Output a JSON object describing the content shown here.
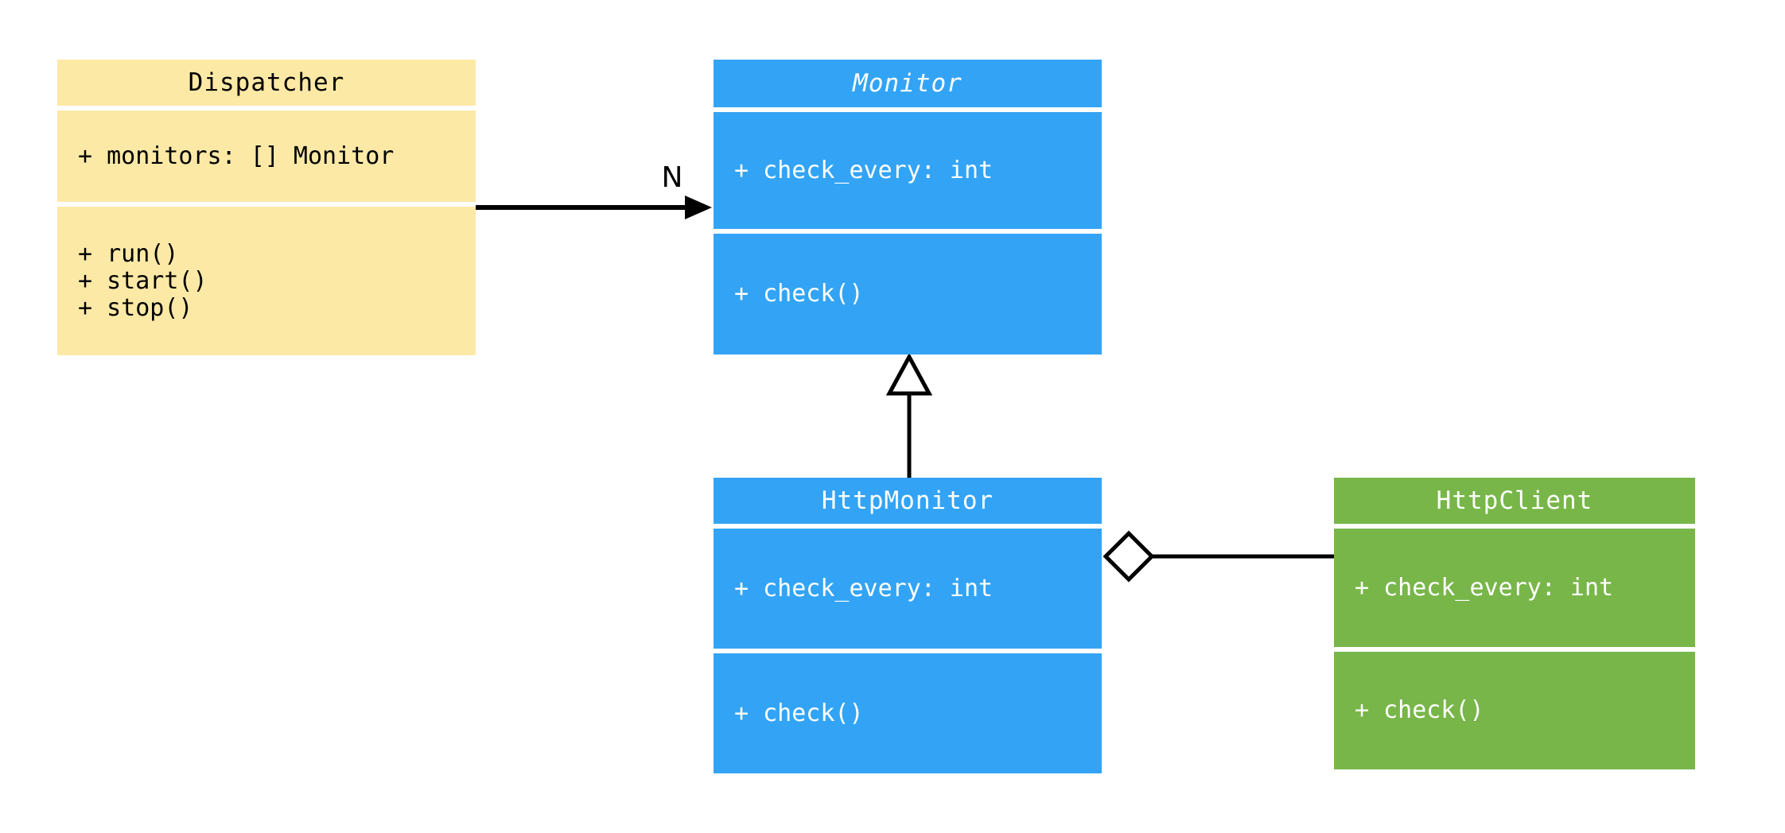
{
  "page": {
    "background": "#ffffff"
  },
  "diagram": {
    "type": "uml-class-diagram",
    "connector_color": "#000000",
    "hollow_fill": "#ffffff",
    "classes": [
      {
        "name": "Dispatcher",
        "abstract": false,
        "fill": "#FCE9A6",
        "text_color": "#000000",
        "attributes": [
          "+ monitors: [] Monitor"
        ],
        "methods": [
          "+ run()",
          "+ start()",
          "+ stop()"
        ]
      },
      {
        "name": "Monitor",
        "abstract": true,
        "fill": "#33A4F5",
        "text_color": "#ffffff",
        "attributes": [
          "+ check_every: int"
        ],
        "methods": [
          "+ check()"
        ]
      },
      {
        "name": "HttpMonitor",
        "abstract": false,
        "fill": "#33A4F5",
        "text_color": "#ffffff",
        "attributes": [
          "+ check_every: int"
        ],
        "methods": [
          "+ check()"
        ]
      },
      {
        "name": "HttpClient",
        "abstract": false,
        "fill": "#78B64A",
        "text_color": "#ffffff",
        "attributes": [
          "+ check_every: int"
        ],
        "methods": [
          "+ check()"
        ]
      }
    ],
    "relations": [
      {
        "type": "directed-association",
        "from": "Dispatcher",
        "to": "Monitor",
        "label": "N"
      },
      {
        "type": "inheritance",
        "from": "HttpMonitor",
        "to": "Monitor",
        "label": ""
      },
      {
        "type": "aggregation",
        "from": "HttpMonitor",
        "to": "HttpClient",
        "label": ""
      }
    ]
  }
}
